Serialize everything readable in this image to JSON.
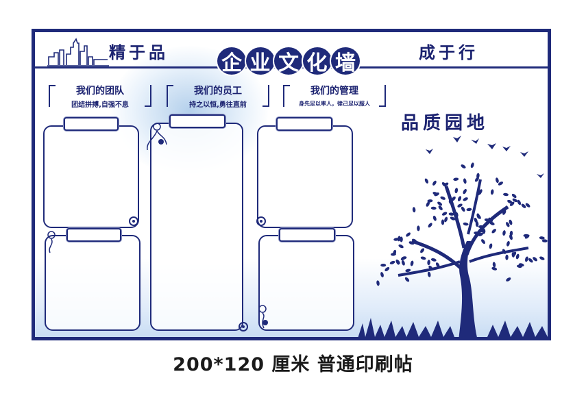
{
  "board": {
    "left_slogan": "精于品",
    "right_slogan": "成于行",
    "title_chars": [
      "企",
      "业",
      "文",
      "化",
      "墙"
    ],
    "sections": [
      {
        "title": "我们的团队",
        "subtitle": "团结拼搏,自强不息"
      },
      {
        "title": "我们的员工",
        "subtitle": "持之以恒,勇往直前"
      },
      {
        "title": "我们的管理",
        "subtitle": "身先足以率人，律己足以服人"
      }
    ],
    "quality_title": "品质园地"
  },
  "caption": "200*120 厘米 普通印刷帖",
  "colors": {
    "primary": "#1f2a7a",
    "haze": "#a9c8ec"
  }
}
